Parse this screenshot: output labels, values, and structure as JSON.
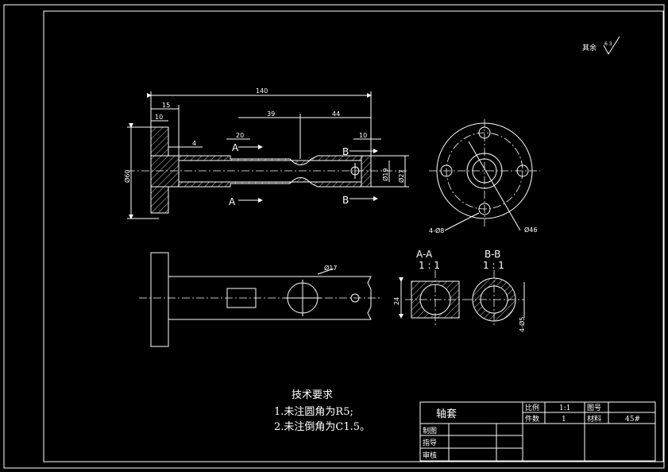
{
  "dimensions": {
    "total_length": "140",
    "flange_width": "15",
    "flange_inner": "10",
    "shoulder": "4",
    "seg_20": "20",
    "seg_39": "39",
    "seg_44": "44",
    "seg_10": "10",
    "dia_60": "Ø60",
    "dia_19": "Ø19",
    "dia_27": "Ø27",
    "dia_17": "Ø17",
    "height_24": "24",
    "holes_8": "4-Ø8",
    "pcd_46": "Ø46",
    "holes_5": "4-Ø5"
  },
  "section_labels": {
    "a": "A",
    "b": "B",
    "aa_title": "A-A",
    "bb_title": "B-B",
    "scale": "1 : 1"
  },
  "roughness": {
    "label": "其余",
    "value": "6.3"
  },
  "notes": {
    "title": "技术要求",
    "line1": "1.未注圆角为R5;",
    "line2": "2.未注倒角为C1.5。"
  },
  "title_block": {
    "part_name": "轴套",
    "scale_label": "比例",
    "scale_value": "1:1",
    "drawing_no_label": "图号",
    "drawing_no_value": "",
    "qty_label": "件数",
    "qty_value": "1",
    "material_label": "材料",
    "material_value": "45#",
    "drawn_label": "制图",
    "guide_label": "指导",
    "review_label": "审核"
  }
}
